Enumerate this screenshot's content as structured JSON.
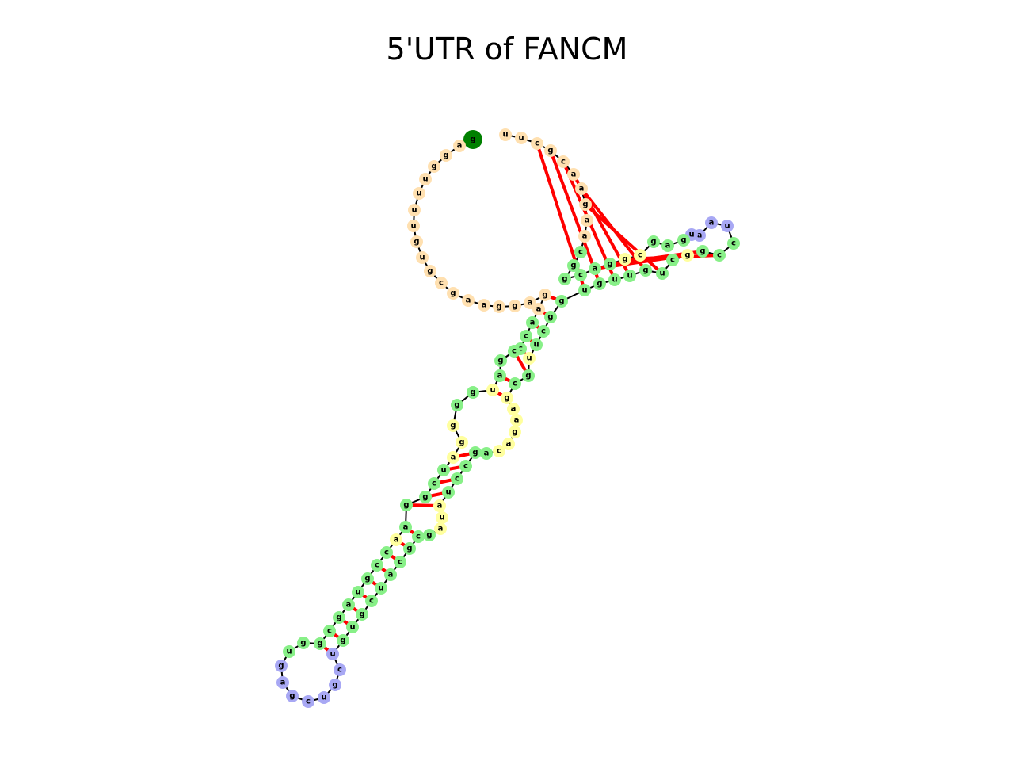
{
  "title": "5'UTR of FANCM",
  "colors": {
    "loop_5p": "#ffe0b0",
    "stem": "#88f088",
    "interior": "#ffff9e",
    "hairpin": "#a8a8f4",
    "start": "#008000",
    "end": "#ff0000",
    "pair": "#ff0000",
    "backbone": "#000000"
  },
  "diagram": {
    "type": "rna-secondary-structure",
    "nucleotides": [
      {
        "b": "g",
        "c": "start"
      },
      {
        "b": "a",
        "c": "loop_5p"
      },
      {
        "b": "g",
        "c": "loop_5p"
      },
      {
        "b": "g",
        "c": "loop_5p"
      },
      {
        "b": "u",
        "c": "loop_5p"
      },
      {
        "b": "u",
        "c": "loop_5p"
      },
      {
        "b": "u",
        "c": "loop_5p"
      },
      {
        "b": "u",
        "c": "loop_5p"
      },
      {
        "b": "g",
        "c": "loop_5p"
      },
      {
        "b": "u",
        "c": "loop_5p"
      },
      {
        "b": "g",
        "c": "loop_5p"
      },
      {
        "b": "c",
        "c": "loop_5p"
      },
      {
        "b": "g",
        "c": "loop_5p"
      },
      {
        "b": "a",
        "c": "loop_5p"
      },
      {
        "b": "a",
        "c": "loop_5p"
      },
      {
        "b": "g",
        "c": "loop_5p"
      },
      {
        "b": "g",
        "c": "loop_5p"
      },
      {
        "b": "a",
        "c": "loop_5p"
      },
      {
        "b": "g",
        "c": "loop_5p"
      },
      {
        "b": "a",
        "c": "loop_5p"
      },
      {
        "b": "a",
        "c": "stem"
      },
      {
        "b": "c",
        "c": "stem"
      },
      {
        "b": "c",
        "c": "stem"
      },
      {
        "b": "c",
        "c": "stem"
      },
      {
        "b": "g",
        "c": "stem"
      },
      {
        "b": "a",
        "c": "stem"
      },
      {
        "b": "u",
        "c": "interior"
      },
      {
        "b": "g",
        "c": "stem"
      },
      {
        "b": "g",
        "c": "stem"
      },
      {
        "b": "g",
        "c": "interior"
      },
      {
        "b": "g",
        "c": "interior"
      },
      {
        "b": "a",
        "c": "interior"
      },
      {
        "b": "u",
        "c": "stem"
      },
      {
        "b": "c",
        "c": "stem"
      },
      {
        "b": "g",
        "c": "stem"
      },
      {
        "b": "g",
        "c": "stem"
      },
      {
        "b": "a",
        "c": "stem"
      },
      {
        "b": "a",
        "c": "interior"
      },
      {
        "b": "c",
        "c": "stem"
      },
      {
        "b": "c",
        "c": "stem"
      },
      {
        "b": "g",
        "c": "stem"
      },
      {
        "b": "u",
        "c": "stem"
      },
      {
        "b": "a",
        "c": "stem"
      },
      {
        "b": "g",
        "c": "stem"
      },
      {
        "b": "c",
        "c": "stem"
      },
      {
        "b": "g",
        "c": "stem"
      },
      {
        "b": "g",
        "c": "stem"
      },
      {
        "b": "u",
        "c": "stem"
      },
      {
        "b": "g",
        "c": "hairpin"
      },
      {
        "b": "a",
        "c": "hairpin"
      },
      {
        "b": "g",
        "c": "hairpin"
      },
      {
        "b": "c",
        "c": "hairpin"
      },
      {
        "b": "u",
        "c": "hairpin"
      },
      {
        "b": "g",
        "c": "hairpin"
      },
      {
        "b": "c",
        "c": "hairpin"
      },
      {
        "b": "u",
        "c": "hairpin"
      },
      {
        "b": "g",
        "c": "stem"
      },
      {
        "b": "u",
        "c": "stem"
      },
      {
        "b": "g",
        "c": "stem"
      },
      {
        "b": "c",
        "c": "stem"
      },
      {
        "b": "u",
        "c": "stem"
      },
      {
        "b": "a",
        "c": "stem"
      },
      {
        "b": "c",
        "c": "stem"
      },
      {
        "b": "g",
        "c": "stem"
      },
      {
        "b": "c",
        "c": "stem"
      },
      {
        "b": "g",
        "c": "stem"
      },
      {
        "b": "a",
        "c": "interior"
      },
      {
        "b": "u",
        "c": "interior"
      },
      {
        "b": "a",
        "c": "interior"
      },
      {
        "b": "u",
        "c": "stem"
      },
      {
        "b": "c",
        "c": "stem"
      },
      {
        "b": "c",
        "c": "stem"
      },
      {
        "b": "g",
        "c": "stem"
      },
      {
        "b": "a",
        "c": "stem"
      },
      {
        "b": "c",
        "c": "interior"
      },
      {
        "b": "a",
        "c": "interior"
      },
      {
        "b": "g",
        "c": "interior"
      },
      {
        "b": "a",
        "c": "interior"
      },
      {
        "b": "a",
        "c": "interior"
      },
      {
        "b": "g",
        "c": "interior"
      },
      {
        "b": "c",
        "c": "stem"
      },
      {
        "b": "g",
        "c": "stem"
      },
      {
        "b": "u",
        "c": "interior"
      },
      {
        "b": "u",
        "c": "stem"
      },
      {
        "b": "c",
        "c": "stem"
      },
      {
        "b": "g",
        "c": "stem"
      },
      {
        "b": "g",
        "c": "stem"
      },
      {
        "b": "u",
        "c": "stem"
      },
      {
        "b": "g",
        "c": "stem"
      },
      {
        "b": "u",
        "c": "stem"
      },
      {
        "b": "u",
        "c": "stem"
      },
      {
        "b": "g",
        "c": "stem"
      },
      {
        "b": "u",
        "c": "stem"
      },
      {
        "b": "c",
        "c": "stem"
      },
      {
        "b": "g",
        "c": "interior"
      },
      {
        "b": "g",
        "c": "stem"
      },
      {
        "b": "c",
        "c": "stem"
      },
      {
        "b": "c",
        "c": "stem"
      },
      {
        "b": "u",
        "c": "hairpin"
      },
      {
        "b": "a",
        "c": "hairpin"
      },
      {
        "b": "a",
        "c": "hairpin"
      },
      {
        "b": "u",
        "c": "hairpin"
      },
      {
        "b": "g",
        "c": "stem"
      },
      {
        "b": "a",
        "c": "stem"
      },
      {
        "b": "g",
        "c": "stem"
      },
      {
        "b": "c",
        "c": "interior"
      },
      {
        "b": "g",
        "c": "interior"
      },
      {
        "b": "g",
        "c": "stem"
      },
      {
        "b": "a",
        "c": "stem"
      },
      {
        "b": "c",
        "c": "stem"
      },
      {
        "b": "g",
        "c": "stem"
      },
      {
        "b": "g",
        "c": "stem"
      },
      {
        "b": "c",
        "c": "stem"
      },
      {
        "b": "a",
        "c": "loop_5p"
      },
      {
        "b": "a",
        "c": "loop_5p"
      },
      {
        "b": "g",
        "c": "loop_5p"
      },
      {
        "b": "a",
        "c": "loop_5p"
      },
      {
        "b": "a",
        "c": "loop_5p"
      },
      {
        "b": "c",
        "c": "loop_5p"
      },
      {
        "b": "g",
        "c": "loop_5p"
      },
      {
        "b": "c",
        "c": "loop_5p"
      },
      {
        "b": "u",
        "c": "loop_5p"
      },
      {
        "b": "u",
        "c": "loop_5p"
      },
      {
        "b": "u",
        "c": "end"
      }
    ]
  }
}
